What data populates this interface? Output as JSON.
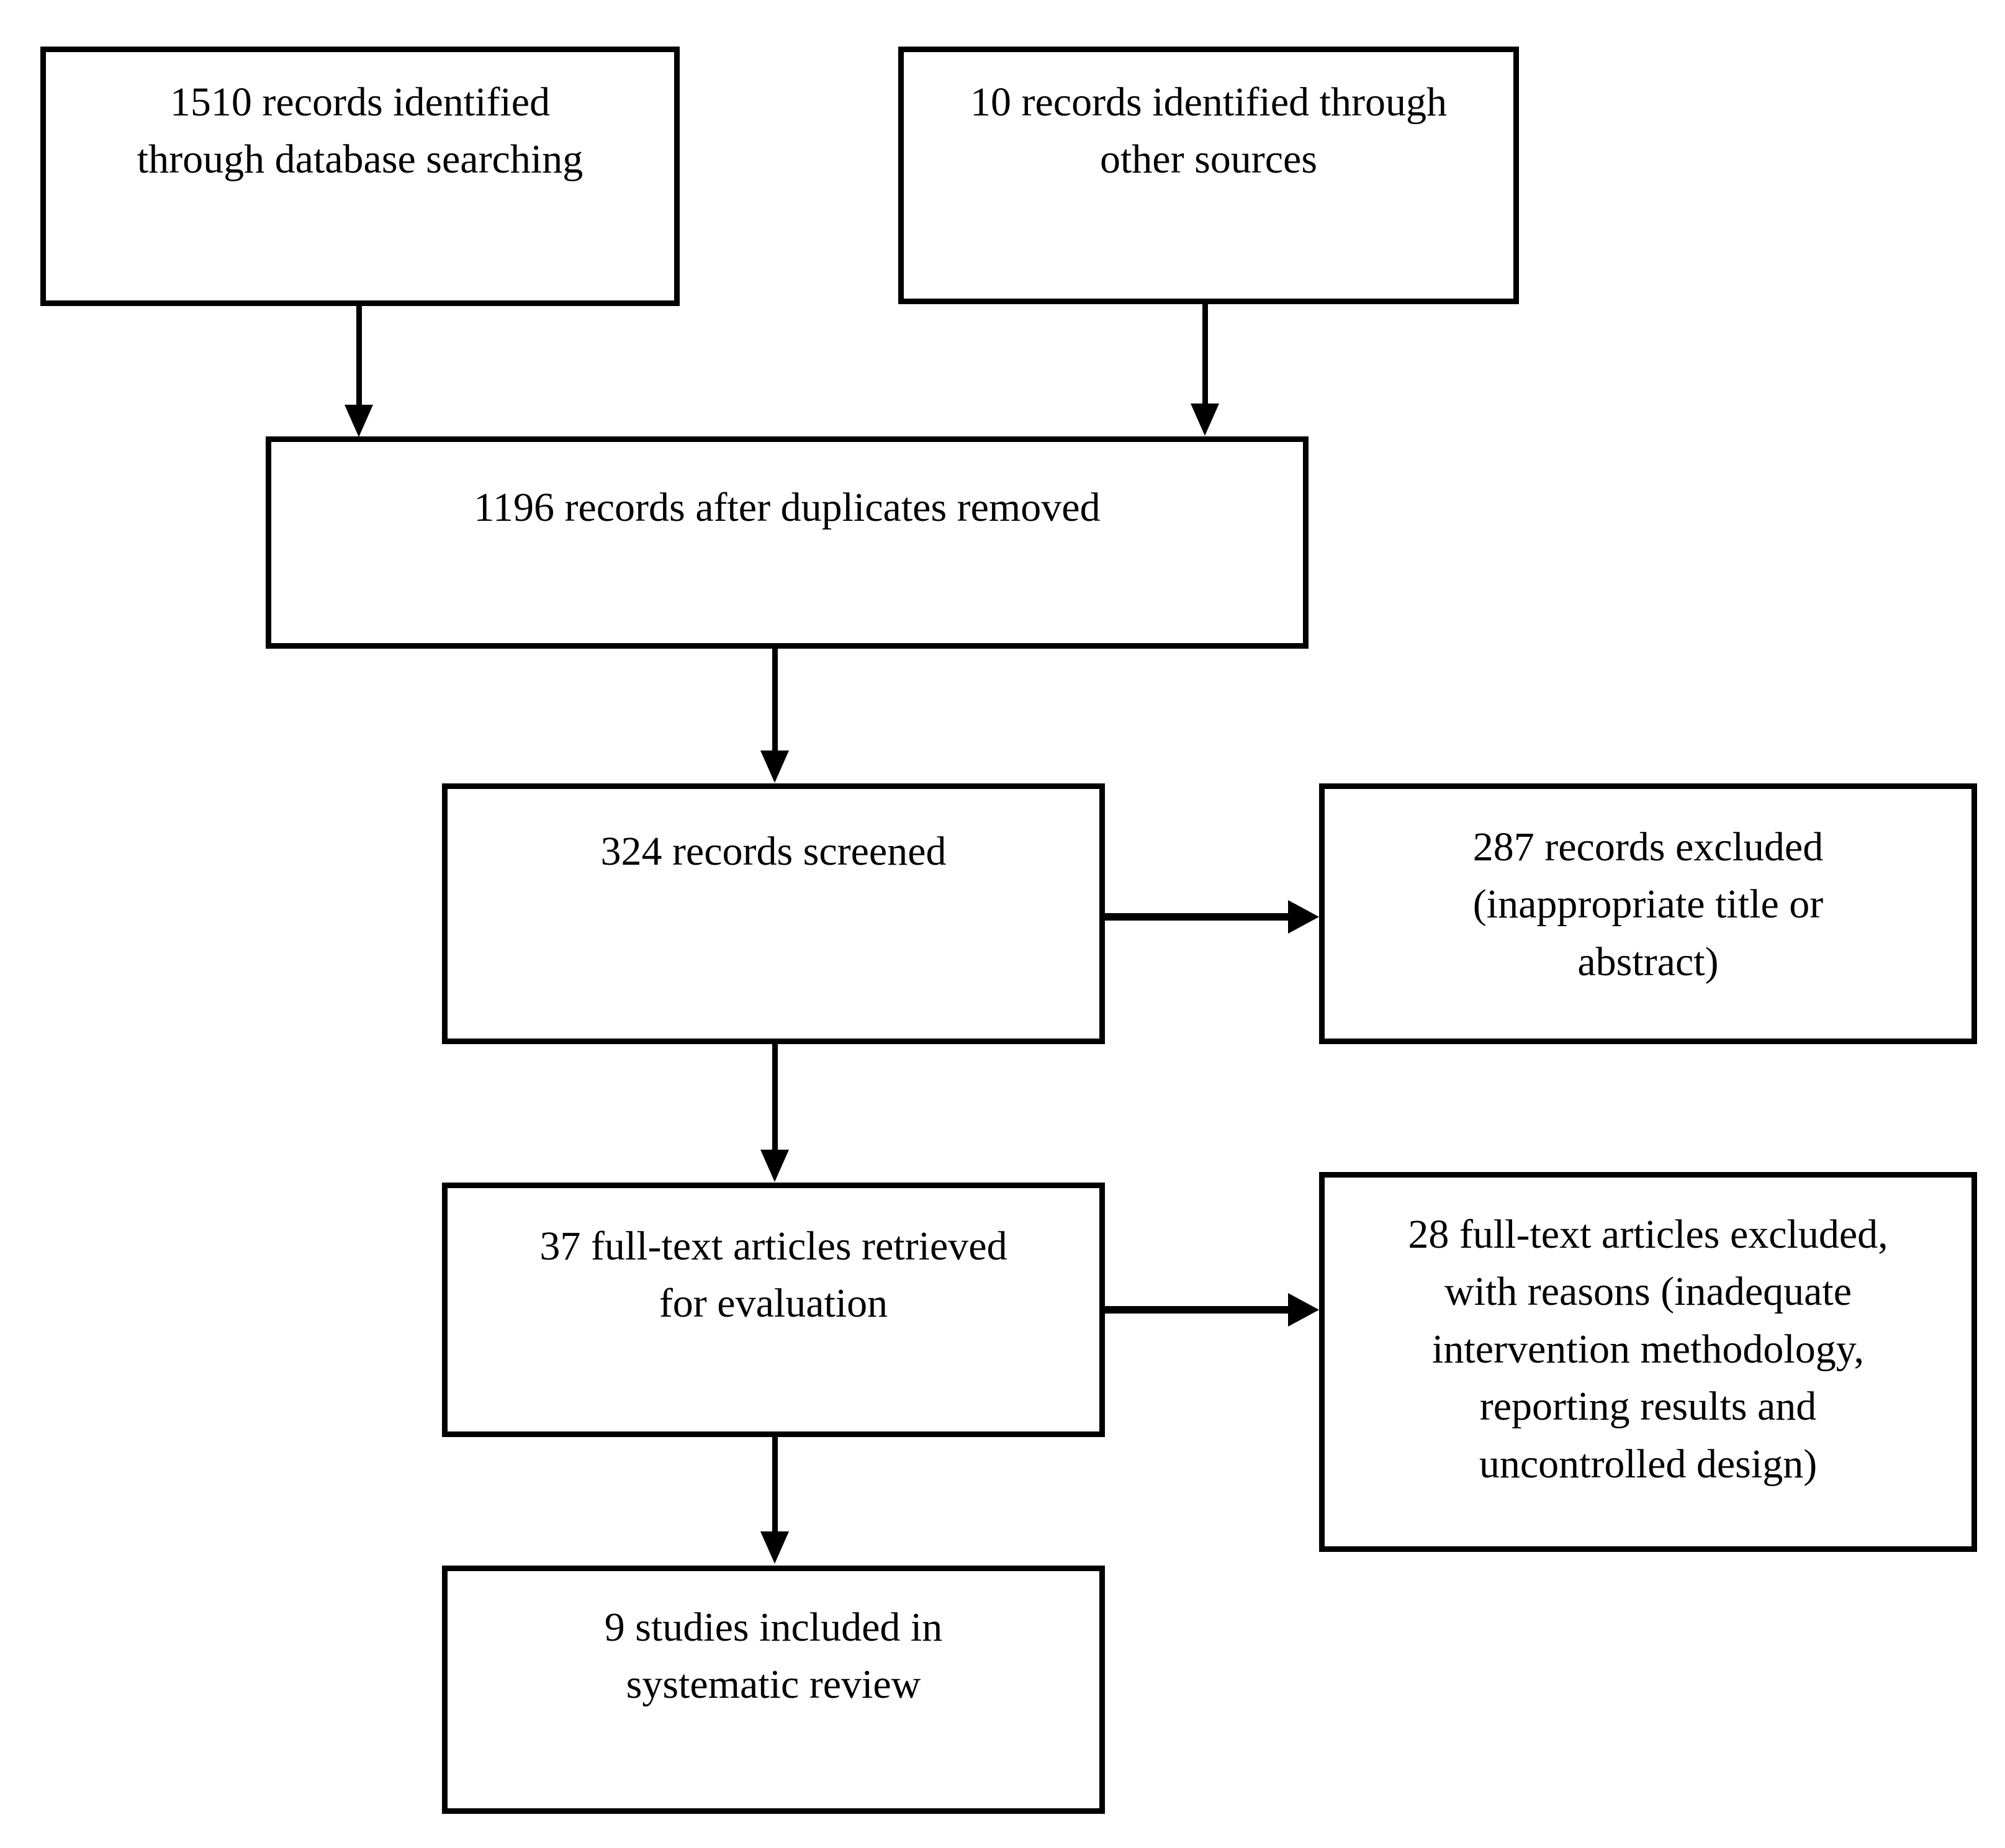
{
  "diagram": {
    "type": "flowchart",
    "colors": {
      "box_border": "#000000",
      "box_fill": "#ffffff",
      "text": "#000000",
      "arrow": "#000000"
    },
    "nodes": {
      "identified_database": {
        "label": "1510 records identified\nthrough database searching"
      },
      "identified_other": {
        "label": "10 records identified through\nother sources"
      },
      "after_duplicates": {
        "label": "1196 records after duplicates removed"
      },
      "screened": {
        "label": "324 records screened"
      },
      "excluded_screening": {
        "label": "287 records excluded\n(inappropriate title or\nabstract)"
      },
      "fulltext_retrieved": {
        "label": "37 full-text articles retrieved\nfor evaluation"
      },
      "fulltext_excluded": {
        "label": "28 full-text articles excluded,\nwith reasons (inadequate\nintervention methodology,\nreporting results and\nuncontrolled design)"
      },
      "included": {
        "label": "9 studies included in\nsystematic review"
      }
    },
    "edges": [
      {
        "from": "identified_database",
        "to": "after_duplicates",
        "direction": "down"
      },
      {
        "from": "identified_other",
        "to": "after_duplicates",
        "direction": "down"
      },
      {
        "from": "after_duplicates",
        "to": "screened",
        "direction": "down"
      },
      {
        "from": "screened",
        "to": "excluded_screening",
        "direction": "right"
      },
      {
        "from": "screened",
        "to": "fulltext_retrieved",
        "direction": "down"
      },
      {
        "from": "fulltext_retrieved",
        "to": "fulltext_excluded",
        "direction": "right"
      },
      {
        "from": "fulltext_retrieved",
        "to": "included",
        "direction": "down"
      }
    ]
  }
}
